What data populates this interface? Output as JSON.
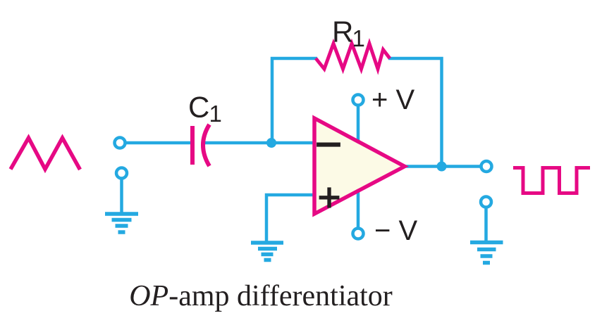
{
  "figure": {
    "caption": {
      "italic_part": "OP",
      "regular_part": "-amp differentiator"
    }
  },
  "circuit": {
    "labels": {
      "feedback_resistor_main": "R",
      "feedback_resistor_sub": "1",
      "input_capacitor_main": "C",
      "input_capacitor_sub": "1",
      "positive_supply": "+ V",
      "negative_supply": "− V",
      "inverting_input": "−",
      "noninverting_input": "+"
    },
    "waveform_icons": {
      "input": "triangular-wave",
      "output": "square-wave"
    },
    "colors": {
      "wire_cyan": "#24A9E1",
      "component_magenta": "#E60984",
      "opamp_fill_cream": "#FCFAE6",
      "label_black": "#231F20",
      "background": "#FFFFFF"
    }
  }
}
